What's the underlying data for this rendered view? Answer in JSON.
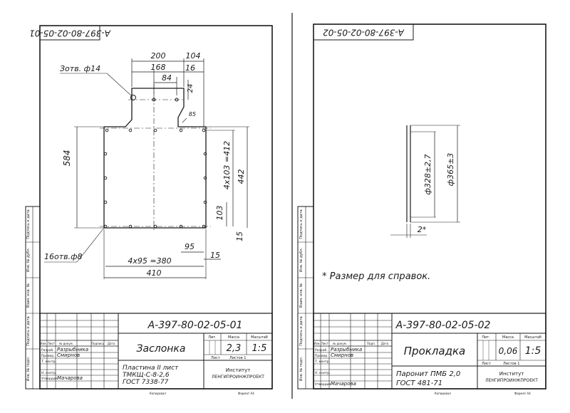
{
  "left_sheet": {
    "corner_code": "А-397-80-02-05-01",
    "dims": {
      "d200": "200",
      "d104": "104",
      "d168": "168",
      "d16": "16",
      "d84": "84",
      "d24": "24",
      "d85": "85",
      "d584": "584",
      "d4x103": "4х103 =412",
      "d442": "442",
      "d103": "103",
      "d15v": "15",
      "d95": "95",
      "d15h": "15",
      "d4x95": "4х95 =380",
      "d410": "410"
    },
    "callout_hole14": "Зотв. ф14",
    "callout_holes8": "16отв.ф8",
    "title_block": {
      "designation": "А-397-80-02-05-01",
      "name": "Заслонка",
      "lit_label": "Лит.",
      "mass_label": "Масса",
      "scale_label": "Масштаб",
      "mass": "2,3",
      "scale": "1:5",
      "sheet_label": "Лист",
      "sheets_label": "Листов 1",
      "material_line1": "Пластина II лист",
      "material_line2": "ТМКЩ-С-8-2,6",
      "material_line3": "ГОСТ 7338-77",
      "institute_line1": "Институт",
      "institute_line2": "ЛЕНГИПРОИНЖПРОЕКТ",
      "rows": [
        "Изм.",
        "Лист",
        "№ докум.",
        "Подпись",
        "Дата"
      ],
      "roles": [
        "Разраб.",
        "Провер.",
        "Т. контр.",
        "",
        "Н. контр.",
        "Утвердил"
      ],
      "sig_razrab": "Разрыбника",
      "sig_prover": "Смирнов",
      "sig_utv": "Мачарова",
      "copy_label": "Копировал",
      "format_label": "Формат А4"
    },
    "side_labels": [
      "Подпись и дата",
      "Инв. № дубл.",
      "Взам. инв. №",
      "Подпись и дата",
      "Инв. № подл."
    ]
  },
  "right_sheet": {
    "corner_code": "А-397-80-02-05-02",
    "dims": {
      "d328": "ф328±2,7",
      "d365": "ф365±3",
      "d2": "2*"
    },
    "note": "* Размер для справок.",
    "title_block": {
      "designation": "А-397-80-02-05-02",
      "name": "Прокладка",
      "lit_label": "Лит.",
      "mass_label": "Масса",
      "scale_label": "Масштаб",
      "mass": "0,06",
      "scale": "1:5",
      "sheet_label": "Лист",
      "sheets_label": "Листов 1",
      "material_line1": "Паронит ПМБ 2,0",
      "material_line2": "ГОСТ 481-71",
      "institute_line1": "Институт",
      "institute_line2": "ЛЕНГИПРОИНЖПРОЕКТ",
      "rows": [
        "Изм.",
        "Лист",
        "№ докум.",
        "Подп.",
        "Дата"
      ],
      "roles": [
        "Разраб.",
        "Провер.",
        "Т. контр.",
        "",
        "Н. контр.",
        "Утвердил"
      ],
      "sig_razrab": "Разрыбника",
      "sig_prover": "Смирнов",
      "sig_utv": "Мачарова",
      "copy_label": "Копировал",
      "format_label": "Формат А4"
    },
    "side_labels": [
      "Подпись и дата",
      "Инв. № дубл.",
      "Взам. инв. №",
      "Подпись и дата",
      "Инв. № подл."
    ]
  }
}
